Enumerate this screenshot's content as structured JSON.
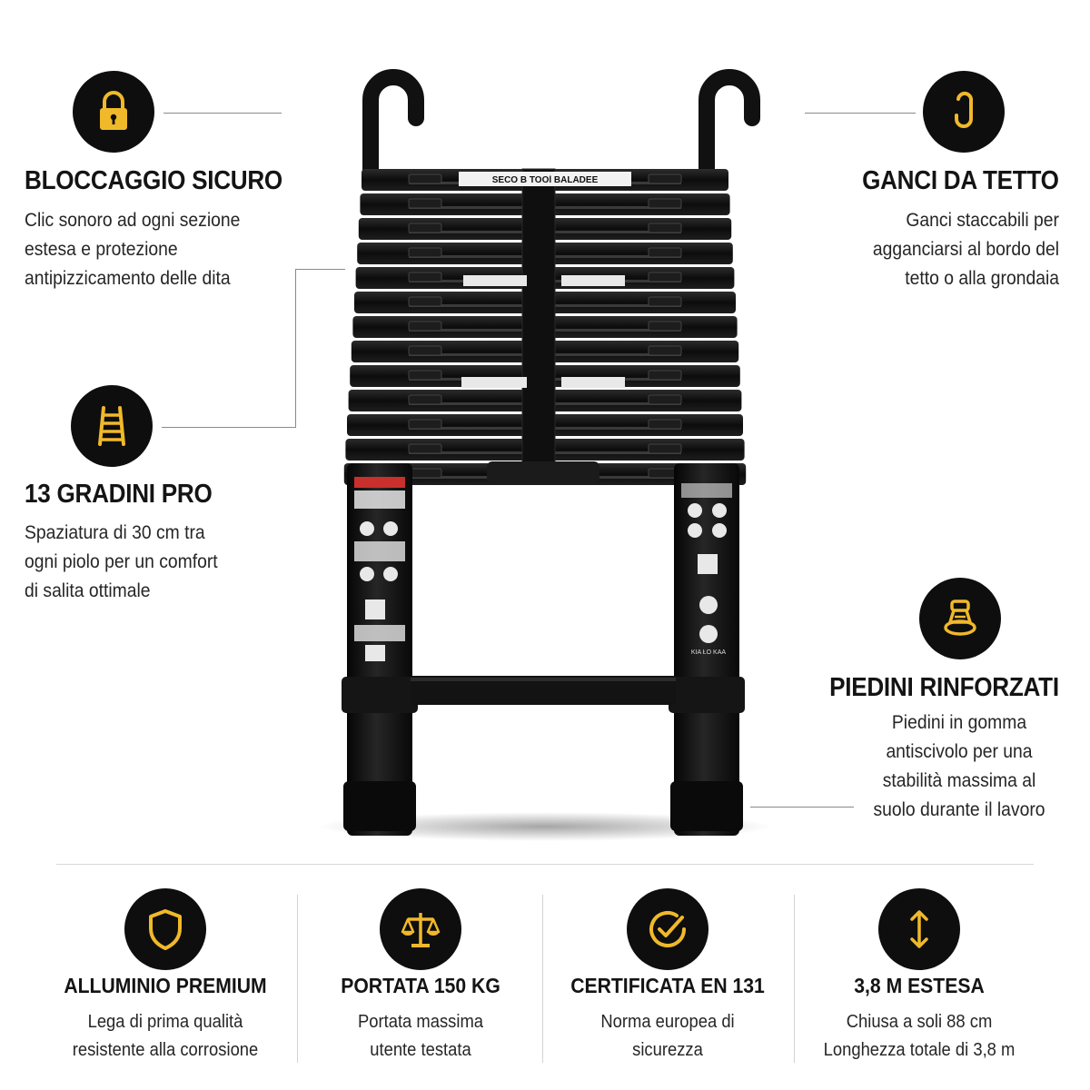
{
  "colors": {
    "accent": "#f0b92a",
    "icon_bg": "#0e0e0e",
    "text": "#141414"
  },
  "features": {
    "lock": {
      "icon": "lock-icon",
      "title": "BLOCCAGGIO SICURO",
      "lines": [
        "Clic sonoro ad ogni sezione",
        "estesa e protezione",
        "antipizzicamento delle dita"
      ]
    },
    "hooks": {
      "icon": "hook-icon",
      "title": "GANCI DA TETTO",
      "lines": [
        "Ganci staccabili per",
        "agganciarsi al bordo del",
        "tetto o alla grondaia"
      ]
    },
    "steps": {
      "icon": "ladder-icon",
      "title": "13 GRADINI PRO",
      "lines": [
        "Spaziatura di 30 cm tra",
        "ogni piolo per un comfort",
        "di salita ottimale"
      ]
    },
    "feet": {
      "icon": "rubber-foot-icon",
      "title": "PIEDINI RINFORZATI",
      "lines": [
        "Piedini in gomma",
        "antiscivolo per una",
        "stabilità massima al",
        "suolo durante il lavoro"
      ]
    }
  },
  "bottom": [
    {
      "icon": "shield-icon",
      "title": "ALLUMINIO PREMIUM",
      "lines": [
        "Lega di prima qualità",
        "resistente alla corrosione"
      ]
    },
    {
      "icon": "scale-icon",
      "title": "PORTATA 150 KG",
      "lines": [
        "Portata massima",
        "utente testata"
      ]
    },
    {
      "icon": "check-badge-icon",
      "title": "CERTIFICATA EN 131",
      "lines": [
        "Norma europea di",
        "sicurezza"
      ]
    },
    {
      "icon": "double-arrow-icon",
      "title": "3,8 M ESTESA",
      "lines": [
        "Chiusa a soli 88 cm",
        "Longhezza totale di 3,8 m"
      ]
    }
  ],
  "ladder": {
    "label": "SECO  B TOOl BALADEE",
    "foot_label": "KIA ŁO KAA"
  }
}
